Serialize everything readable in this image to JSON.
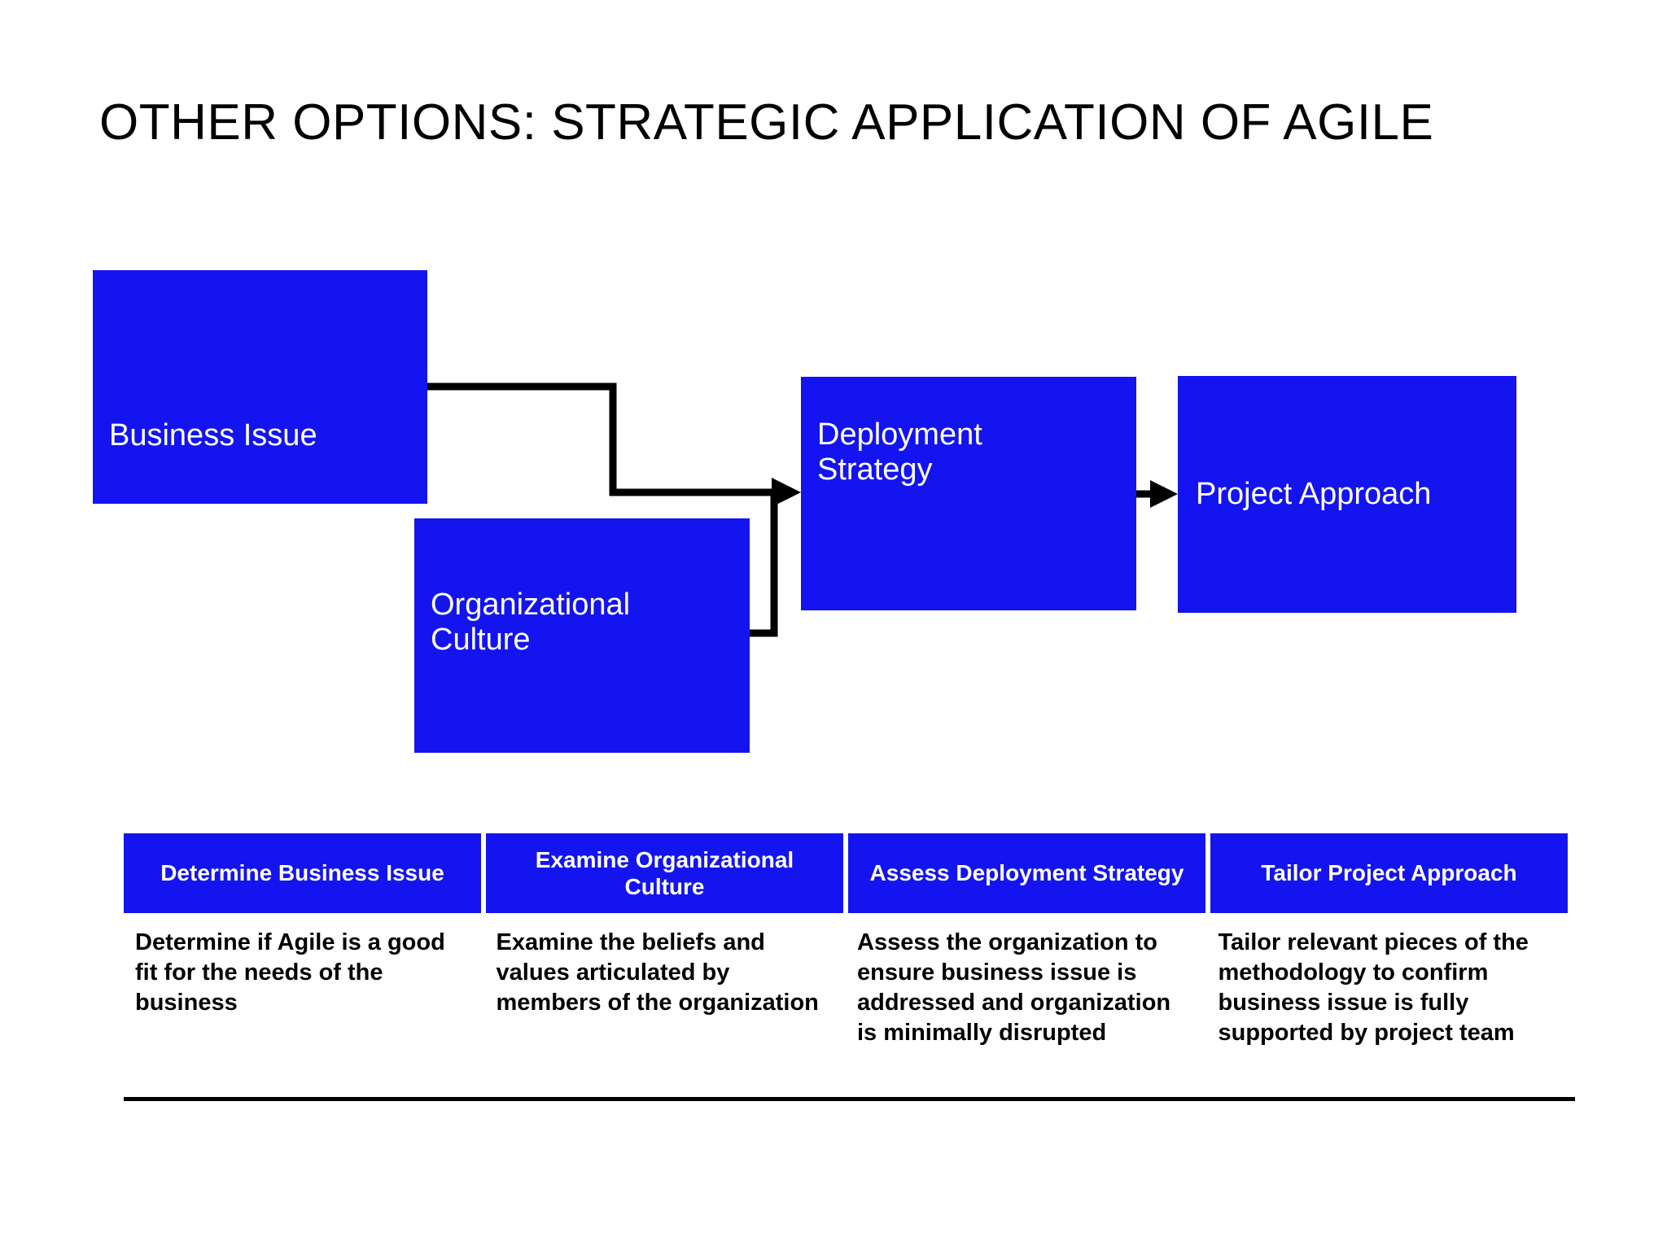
{
  "slide": {
    "title": "OTHER OPTIONS: STRATEGIC APPLICATION OF AGILE",
    "background_color": "#ffffff",
    "accent_color": "#1414f0",
    "box_text_color": "#ffffff",
    "connector_color": "#000000",
    "body_text_color": "#000000"
  },
  "flow": {
    "boxes": [
      {
        "id": "business-issue",
        "label": "Business Issue",
        "lines": [
          "Business Issue"
        ]
      },
      {
        "id": "org-culture",
        "label": "Organizational Culture",
        "lines": [
          "Organizational",
          "Culture"
        ]
      },
      {
        "id": "deployment",
        "label": "Deployment Strategy",
        "lines": [
          "Deployment",
          "Strategy"
        ]
      },
      {
        "id": "project-approach",
        "label": "Project Approach",
        "lines": [
          "Project Approach"
        ]
      }
    ],
    "connectors": [
      {
        "from": "business-issue",
        "to": "deployment",
        "style": "elbow-with-arrow"
      },
      {
        "from": "org-culture",
        "to": "deployment",
        "style": "elbow-with-arrow"
      },
      {
        "from": "deployment",
        "to": "project-approach",
        "style": "straight-with-arrow"
      }
    ]
  },
  "table": {
    "headers": [
      "Determine Business Issue",
      "Examine Organizational Culture",
      "Assess Deployment Strategy",
      "Tailor Project Approach"
    ],
    "rows": [
      [
        "Determine if Agile is a good fit for the needs of the business",
        "Examine the beliefs and values articulated by members of the organization",
        "Assess the organization to ensure business issue is addressed and organization is minimally disrupted",
        "Tailor relevant pieces of the methodology to confirm business issue is fully supported by project team"
      ]
    ]
  }
}
